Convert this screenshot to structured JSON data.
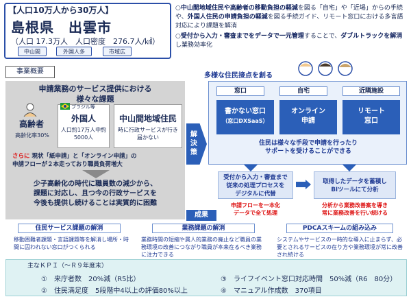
{
  "header": {
    "population_range": "【人口10万人から30万人】",
    "city": "島根県　出雲市",
    "stats": "（人口 17.3万人　人口密度　276.7人/㎢）",
    "tags": [
      "中山間",
      "外国人多",
      "市域広"
    ]
  },
  "bullets": [
    {
      "mark": "○",
      "bold1": "中山間地域住民や高齢者の移動負担の軽減",
      "t1": "を図る「自宅」や「近場」からの手続や、",
      "bold2": "外国人住民の申請負担の軽減",
      "t2": "を図る手続ガイド、リモート窓口における多言語対応により課題を解消"
    },
    {
      "mark": "○",
      "bold1": "受付から入力・審査までをデータで一元管理",
      "t1": "することで、",
      "bold2": "ダブルトラックを解消",
      "t2": "し業務効率化"
    }
  ],
  "section_label": "事業概要",
  "left_panel": {
    "title_line1": "申請業務のサービス提供における",
    "title_line2": "様々な課題",
    "groups": [
      {
        "heading": "高齢者",
        "text": "高齢化率30%"
      },
      {
        "note": "ブラジル等",
        "heading": "外国人",
        "text": "人口約17万人中約5000人"
      },
      {
        "heading": "中山間地域住民",
        "text": "時に行政サービスが行き届かない"
      }
    ],
    "sarani": "さらに",
    "issue_line1": "現状「紙申請」と「オンライン申請」の",
    "issue_line2": "申請フローが２本走っており職員負荷増大",
    "bottom_line1": "少子高齢化の時代に職員数の減少から、",
    "bottom_line2": "課題に対応し、且つ今の行政サービスを",
    "bottom_line3": "今後も提供し続けることは実質的に困難"
  },
  "solution_label": "解決策",
  "right_panel": {
    "headline": "多様な住民接点を創る",
    "columns": [
      {
        "head": "窓口",
        "box_line1": "書かない窓口",
        "box_line2": "（窓口DXSaaS）"
      },
      {
        "head": "自宅",
        "box_line1": "オンライン",
        "box_line2": "申請"
      },
      {
        "head": "近隣施設",
        "box_line1": "リモート",
        "box_line2": "窓口"
      }
    ],
    "support_line1": "住民は様々な手段で申請を行ったり",
    "support_line2": "サポートを受けることができる",
    "flow_left": {
      "line1": "受付から入力・審査まで",
      "line2": "従来の処理プロセスを",
      "line3": "デジタルに代替",
      "red1": "申請フローを一本化",
      "red2": "データで全て処理"
    },
    "flow_right": {
      "line1": "取得したデータを蓄積し",
      "line2": "BIツールにて分析",
      "red1": "分析から業務改善案を導き",
      "red2": "常に業務改善を行い続ける"
    }
  },
  "result_label": "成果",
  "results": [
    {
      "title": "住民サービス課題の解消",
      "desc": "移動困難者課題・言語課題等を解消し場所・時間に囚われない窓口がつくられる"
    },
    {
      "title": "業務課題の解消",
      "desc": "業務時間の短縮や属人的業務の廃止など職員の業務環境の改善につながり職員が本来在るべき業務に注力できる"
    },
    {
      "title": "PDCAスキームの組み込み",
      "desc": "システムやサービスの一時的な導入に止まらず、必要とされるサービスの在り方や業務環境が常に改善され続ける"
    }
  ],
  "kpi": {
    "title": "主なＫＰＩ（～Ｒ９年度末）",
    "items": [
      "①　来庁者数　20%減（R5比）",
      "②　住民満足度　5段階中4以上の評価80%以上",
      "③　ライフイベント窓口対応時間　50%減（R6　80分）",
      "④　マニュアル作成数　370項目"
    ]
  },
  "colors": {
    "navy": "#1f3a93",
    "accent_blue": "#2b5fb8",
    "red": "#dd1111",
    "gray_panel": "#d4d4d4",
    "kpi_bg": "#dff2f3"
  }
}
